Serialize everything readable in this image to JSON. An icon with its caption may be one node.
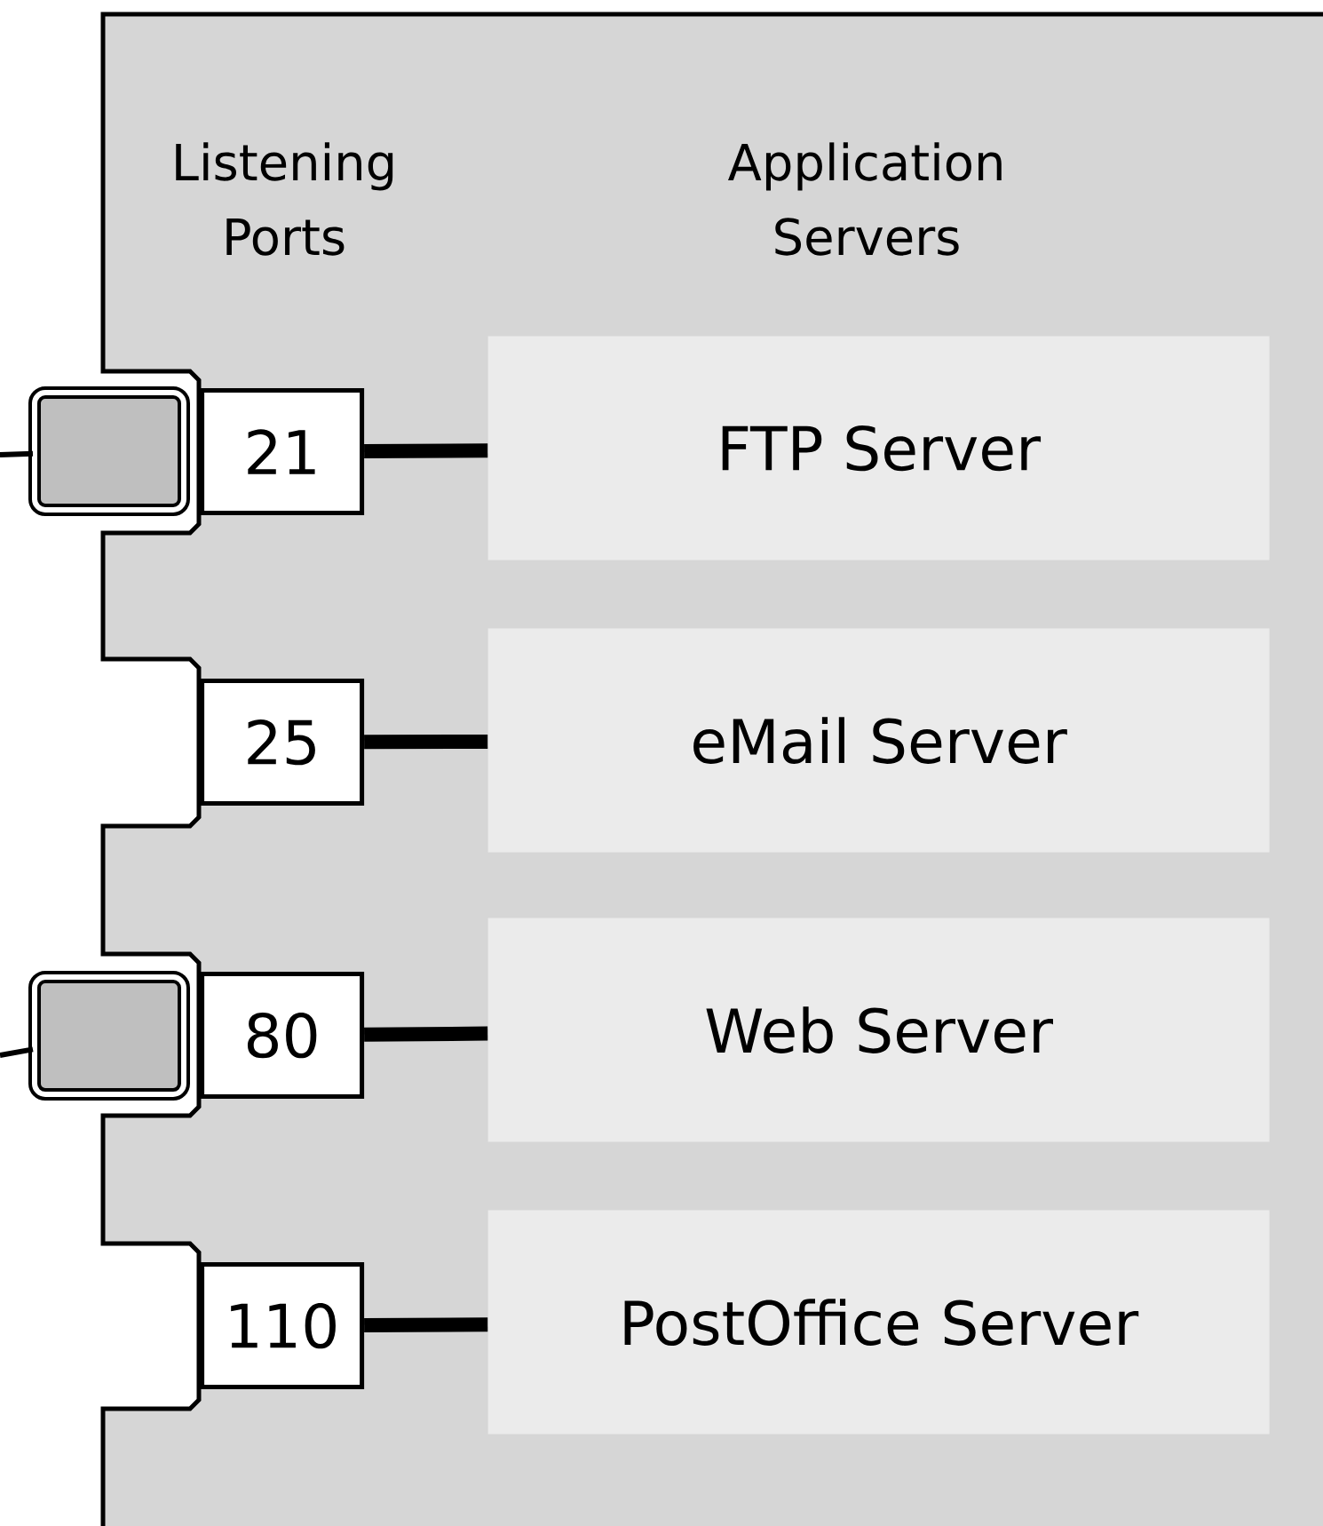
{
  "diagram": {
    "nodes": [
      {
        "text": [],
        "shape": "box"
      },
      {
        "text": [
          "21"
        ],
        "in": 0
      },
      {
        "text": [
          "25"
        ],
        "in": 0
      },
      {
        "text": [
          "80"
        ],
        "in": 0
      },
      {
        "text": [
          "110"
        ],
        "in": 0
      },
      {
        "text": [
          "FTP Server"
        ],
        "in": 0
      },
      {
        "text": [
          "eMail Server"
        ],
        "in": 0
      },
      {
        "text": [
          "Web Server"
        ],
        "in": 0
      },
      {
        "text": [
          "PostOffice Server"
        ],
        "in": 0
      },
      {
        "text": [],
        "shape": "box"
      },
      {
        "text": [],
        "shape": "box"
      }
    ],
    "edges": [
      {
        "from": 1,
        "to": 5,
        "arrow": "none"
      },
      {
        "from": 2,
        "to": 6,
        "arrow": "none"
      },
      {
        "from": 3,
        "to": 7,
        "arrow": "none"
      },
      {
        "from": 4,
        "to": 8,
        "arrow": "none"
      },
      {
        "from": null,
        "to": 9,
        "arrow": "none"
      },
      {
        "from": null,
        "to": 10,
        "arrow": "none"
      }
    ],
    "labels": [
      "Listening Ports",
      "Application Servers"
    ]
  }
}
